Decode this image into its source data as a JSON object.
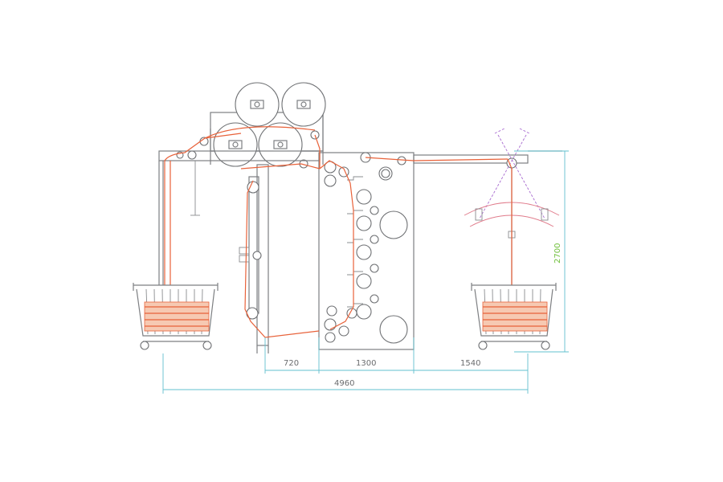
{
  "dimensions": {
    "segment_a": "720",
    "segment_b": "1300",
    "segment_c": "1540",
    "total_width": "4960",
    "height": "2700"
  },
  "colors": {
    "frame": "#7d7f82",
    "fabric_path": "#e8623a",
    "dimension_lines": "#62c0cf",
    "dimension_text": "#6a6c6e",
    "height_text": "#6fbf3a",
    "swing_arm": "#a86bd0"
  }
}
